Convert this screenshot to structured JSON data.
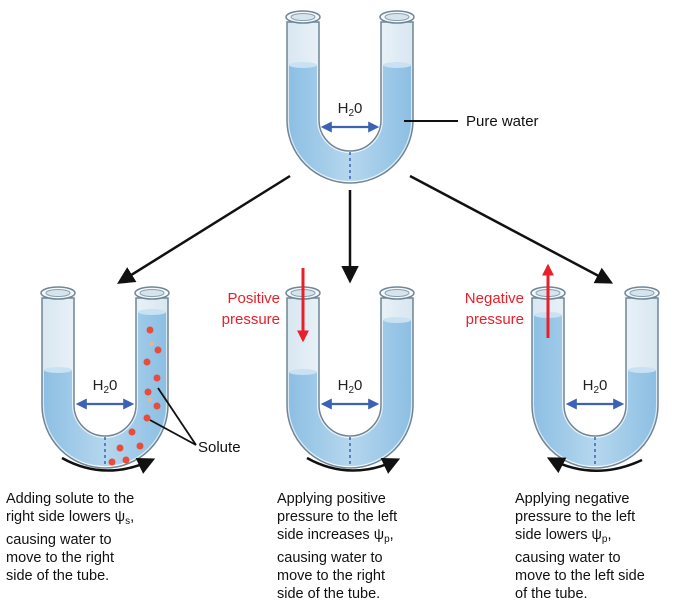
{
  "title": "",
  "colors": {
    "water": "#9fcae8",
    "water_light": "#c9e2f3",
    "glass": "#e9f2f8",
    "outline": "#6f8696",
    "arrow_blue": "#3b62b5",
    "pressure_red": "#e8202a",
    "solute": "#e74c3c",
    "pointer": "#111111"
  },
  "top_tube": {
    "water_label": "H",
    "water_label_sub": "2",
    "water_label_tail": "0",
    "pure_water_label": "Pure water"
  },
  "tube_solute": {
    "water_label": "H",
    "water_label_sub": "2",
    "water_label_tail": "0",
    "solute_label": "Solute",
    "caption_lines": [
      "Adding solute to the",
      "right side lowers ψ",
      "causing water to",
      "move to the right",
      "side of the tube."
    ],
    "caption_psi_sub": "s",
    "caption_psi_tail": ","
  },
  "tube_positive": {
    "water_label": "H",
    "water_label_sub": "2",
    "water_label_tail": "0",
    "pressure_label_line1": "Positive",
    "pressure_label_line2": "pressure",
    "caption_lines": [
      "Applying positive",
      "pressure to the left",
      "side increases ψ",
      "causing water to",
      "move to the right",
      "side of the tube."
    ],
    "caption_psi_sub": "p",
    "caption_psi_tail": ","
  },
  "tube_negative": {
    "water_label": "H",
    "water_label_sub": "2",
    "water_label_tail": "0",
    "pressure_label_line1": "Negative",
    "pressure_label_line2": "pressure",
    "caption_lines": [
      "Applying negative",
      "pressure to the left",
      "side lowers ψ",
      "causing water to",
      "move to the left side",
      "of the tube."
    ],
    "caption_psi_sub": "p",
    "caption_psi_tail": ","
  }
}
